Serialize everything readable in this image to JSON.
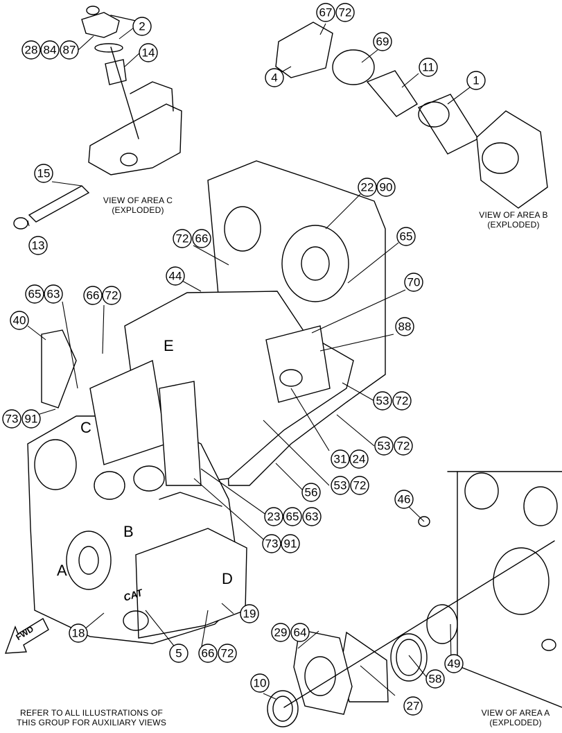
{
  "views": {
    "area_c": {
      "line1": "VIEW OF AREA C",
      "line2": "(EXPLODED)"
    },
    "area_b": {
      "line1": "VIEW OF AREA B",
      "line2": "(EXPLODED)"
    },
    "area_a": {
      "line1": "VIEW OF AREA A",
      "line2": "(EXPLODED)"
    }
  },
  "refer_note": {
    "line1": "REFER TO ALL ILLUSTRATIONS OF",
    "line2": "THIS GROUP FOR AUXILIARY VIEWS"
  },
  "area_letters": {
    "a": "A",
    "b": "B",
    "c": "C",
    "d": "D",
    "e": "E"
  },
  "fwd_label": "FWD",
  "brand_mark": "CAT",
  "callouts": [
    {
      "id": "c1",
      "label": "28"
    },
    {
      "id": "c2",
      "label": "84"
    },
    {
      "id": "c3",
      "label": "87"
    },
    {
      "id": "c4",
      "label": "2"
    },
    {
      "id": "c5",
      "label": "14"
    },
    {
      "id": "c6",
      "label": "15"
    },
    {
      "id": "c7",
      "label": "13"
    },
    {
      "id": "c8",
      "label": "67"
    },
    {
      "id": "c9",
      "label": "72"
    },
    {
      "id": "c10",
      "label": "69"
    },
    {
      "id": "c11",
      "label": "4"
    },
    {
      "id": "c12",
      "label": "11"
    },
    {
      "id": "c13",
      "label": "1"
    },
    {
      "id": "c14",
      "label": "22"
    },
    {
      "id": "c15",
      "label": "90"
    },
    {
      "id": "c16",
      "label": "72"
    },
    {
      "id": "c17",
      "label": "66"
    },
    {
      "id": "c18",
      "label": "65"
    },
    {
      "id": "c19",
      "label": "44"
    },
    {
      "id": "c20",
      "label": "70"
    },
    {
      "id": "c21",
      "label": "65"
    },
    {
      "id": "c22",
      "label": "63"
    },
    {
      "id": "c23",
      "label": "66"
    },
    {
      "id": "c24",
      "label": "72"
    },
    {
      "id": "c25",
      "label": "88"
    },
    {
      "id": "c26",
      "label": "40"
    },
    {
      "id": "c27",
      "label": "53"
    },
    {
      "id": "c28",
      "label": "72"
    },
    {
      "id": "c29",
      "label": "73"
    },
    {
      "id": "c30",
      "label": "91"
    },
    {
      "id": "c31",
      "label": "53"
    },
    {
      "id": "c32",
      "label": "72"
    },
    {
      "id": "c33",
      "label": "31"
    },
    {
      "id": "c34",
      "label": "24"
    },
    {
      "id": "c35",
      "label": "56"
    },
    {
      "id": "c36",
      "label": "53"
    },
    {
      "id": "c37",
      "label": "72"
    },
    {
      "id": "c38",
      "label": "46"
    },
    {
      "id": "c39",
      "label": "23"
    },
    {
      "id": "c40",
      "label": "65"
    },
    {
      "id": "c41",
      "label": "63"
    },
    {
      "id": "c42",
      "label": "73"
    },
    {
      "id": "c43",
      "label": "91"
    },
    {
      "id": "c44",
      "label": "19"
    },
    {
      "id": "c45",
      "label": "18"
    },
    {
      "id": "c46",
      "label": "5"
    },
    {
      "id": "c47",
      "label": "66"
    },
    {
      "id": "c48",
      "label": "72"
    },
    {
      "id": "c49",
      "label": "29"
    },
    {
      "id": "c50",
      "label": "64"
    },
    {
      "id": "c51",
      "label": "49"
    },
    {
      "id": "c52",
      "label": "58"
    },
    {
      "id": "c53",
      "label": "10"
    },
    {
      "id": "c54",
      "label": "27"
    }
  ]
}
